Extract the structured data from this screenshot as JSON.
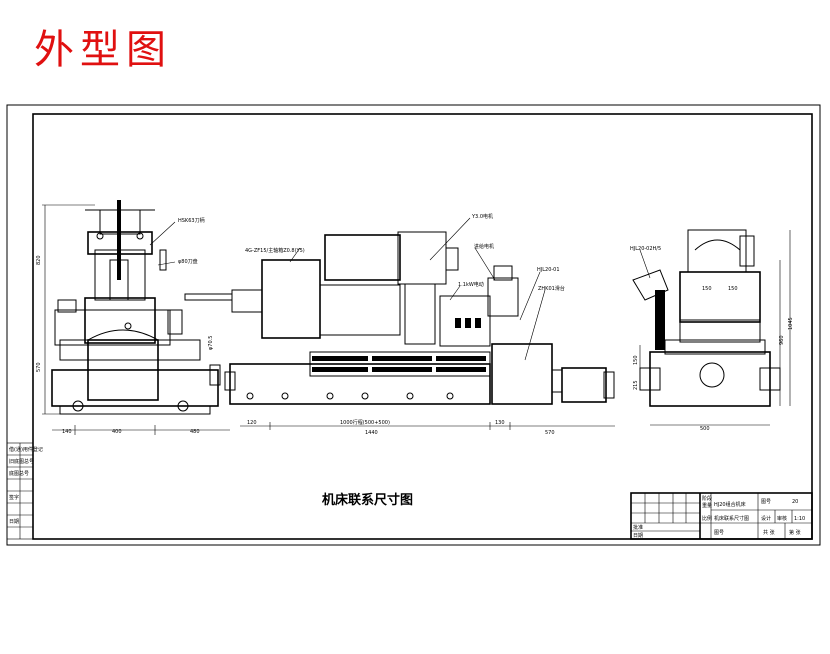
{
  "page": {
    "heading": "外型图",
    "heading_color": "#e01010"
  },
  "drawing": {
    "caption": "机床联系尺寸图",
    "dimensions": {
      "left_base_left": "140",
      "left_base_mid": "400",
      "left_gap": "480",
      "center_left": "120",
      "center_total": "1440",
      "center_bed": "1000行程(500+500)",
      "right_small": "130",
      "right_tail": "570",
      "right_view_width": "500",
      "right_view_a": "150",
      "right_view_b": "150",
      "left_height": "820",
      "left_base_height": "570",
      "left_spindle": "φ70.5",
      "right_view_height_a": "1045",
      "right_view_height_b": "960",
      "right_view_height_c": "150",
      "right_view_height_d": "215"
    },
    "callouts": {
      "left_top_a": "HSK63刀柄",
      "left_top_b": "φ80刀盘",
      "center_head": "4G-ZF15/主轴箱Z0.8(Y5)",
      "center_motor": "Y3.0电机",
      "center_bracket": "1.1kW电动",
      "center_pump": "进给电机",
      "center_unit": "HJL20-01",
      "center_slide": "ZHK01滑台",
      "right_head": "HJL20-02H/5"
    }
  },
  "title_block": {
    "col_label_a": "阶段",
    "col_label_b": "重量",
    "col_label_c": "比例",
    "name_a": "HJ20组合机床",
    "name_b": "机床联系尺寸图",
    "code_label": "图号",
    "code_value": "20",
    "sheet_a": "共 张",
    "sheet_b": "第 张",
    "designer": "设计",
    "checker": "审核",
    "approver": "批准",
    "date": "日期",
    "unit": "1:10"
  },
  "left_strip": {
    "rows": [
      "借(通)用件登记",
      "旧底图总号",
      "底图总号",
      "签字",
      "日期"
    ]
  }
}
